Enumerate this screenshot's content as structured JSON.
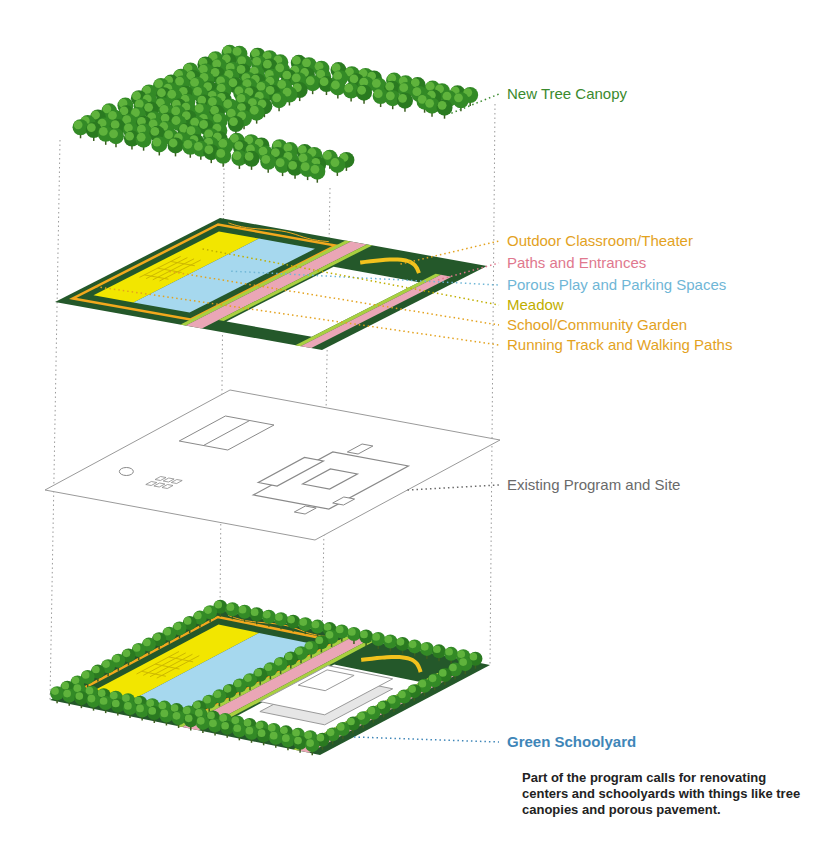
{
  "diagram": {
    "caption": "Part of the program calls for renovating centers and schoolyards with things like tree canopies and porous pavement.",
    "labels": [
      "New Tree Canopy",
      "Outdoor Classroom/Theater",
      "Paths and Entrances",
      "Porous Play and Parking Spaces",
      "Meadow",
      "School/Community Garden",
      "Running Track and Walking Paths",
      "Existing Program and Site",
      "Green Schoolyard"
    ]
  }
}
